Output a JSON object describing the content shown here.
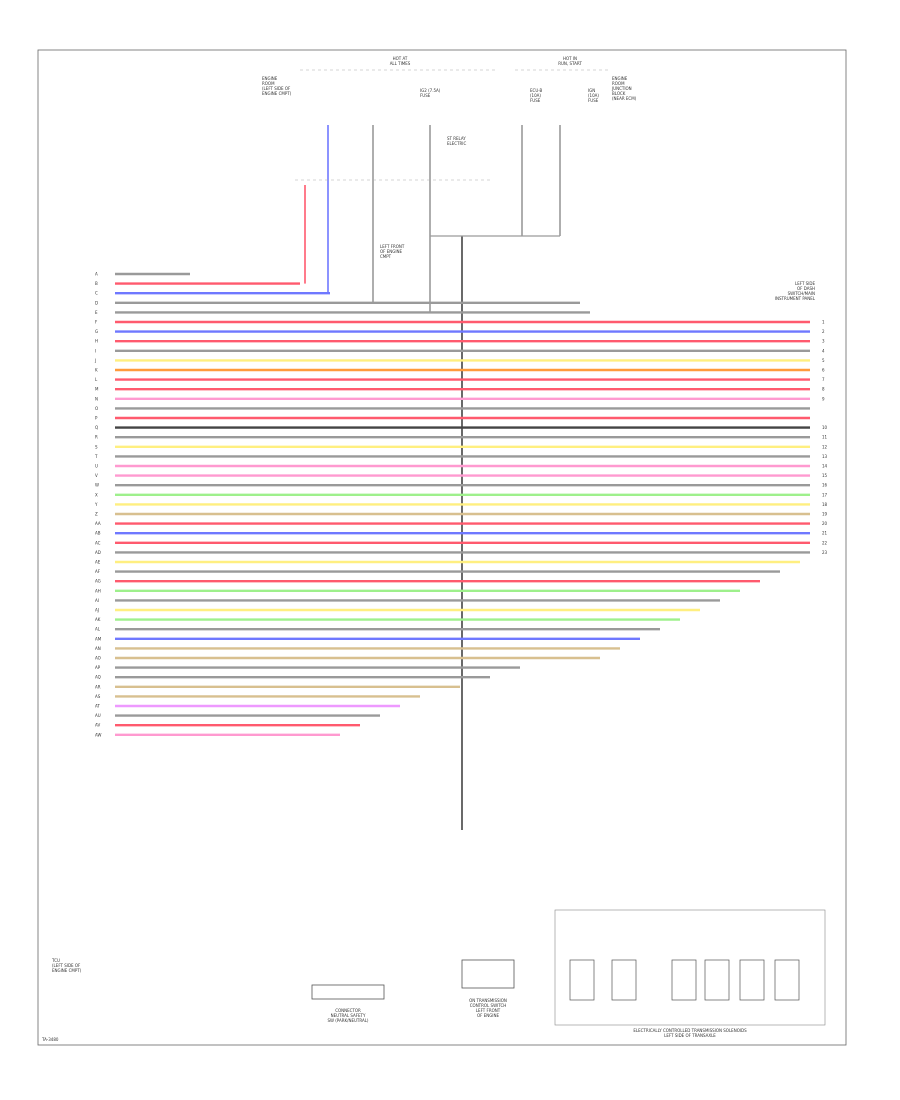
{
  "diagram": {
    "page_code": "TA-3480",
    "left_module_label": [
      "TCU",
      "(LEFT SIDE OF",
      "ENGINE CMPT)"
    ],
    "top_labels": {
      "fuse_left": [
        "ENGINE",
        "ROOM",
        "(LEFT SIDE OF",
        "ENGINE CMPT)"
      ],
      "fuse_right": [
        "ENGINE",
        "ROOM",
        "JUNCTION",
        "BLOCK",
        "(NEAR ECM)"
      ],
      "hot_left": [
        "HOT AT",
        "ALL TIMES"
      ],
      "hot_right": [
        "HOT IN",
        "RUN, START"
      ],
      "fuse1": [
        "IG2 (7.5A)",
        "FUSE"
      ],
      "fuse2": [
        "ECU-B",
        "(10A)",
        "FUSE"
      ],
      "fuse3": [
        "IGN",
        "(10A)",
        "FUSE"
      ],
      "relay": [
        "ST RELAY",
        "ELECTRIC"
      ],
      "splice": [
        "LEFT FRONT",
        "OF ENGINE",
        "CMPT"
      ]
    },
    "right_module_label": [
      "LEFT SIDE",
      "OF DASH",
      "SWITCH/MAIN",
      "INSTRUMENT PANEL"
    ],
    "bottom_labels": {
      "sensor1": [
        "CONNECTOR",
        "NEUTRAL SAFETY",
        "SW (PARK/NEUTRAL)"
      ],
      "sensor2": [
        "ON TRANSMISSION",
        "CONTROL SWITCH",
        "LEFT FRONT",
        "OF ENGINE"
      ],
      "solenoids": [
        "ELECTRICALLY CONTROLLED TRANSMISSION SOLENOIDS",
        "LEFT SIDE OF TRANSAXLE"
      ]
    },
    "colors": {
      "red": "#ff5a6e",
      "blue": "#6f78ff",
      "gray": "#9a9a9a",
      "yellow": "#ffef80",
      "orange": "#ff9a3c",
      "pink": "#ff9ad0",
      "green": "#9ef08c",
      "violet": "#ee99ff",
      "tan": "#d8c090",
      "black": "#444444"
    },
    "wires": [
      {
        "color": "#9a9a9a",
        "left_tag": "A",
        "right_tag": ""
      },
      {
        "color": "#ff5a6e",
        "left_tag": "B",
        "right_tag": ""
      },
      {
        "color": "#6f78ff",
        "left_tag": "C",
        "right_tag": ""
      },
      {
        "color": "#9a9a9a",
        "left_tag": "D",
        "right_tag": ""
      },
      {
        "color": "#9a9a9a",
        "left_tag": "E",
        "right_tag": ""
      },
      {
        "color": "#ff5a6e",
        "left_tag": "F",
        "right_tag": "1"
      },
      {
        "color": "#6f78ff",
        "left_tag": "G",
        "right_tag": "2"
      },
      {
        "color": "#ff5a6e",
        "left_tag": "H",
        "right_tag": "3"
      },
      {
        "color": "#9a9a9a",
        "left_tag": "I",
        "right_tag": "4"
      },
      {
        "color": "#ffef80",
        "left_tag": "J",
        "right_tag": "5"
      },
      {
        "color": "#ff9a3c",
        "left_tag": "K",
        "right_tag": "6"
      },
      {
        "color": "#ff5a6e",
        "left_tag": "L",
        "right_tag": "7"
      },
      {
        "color": "#ff5a6e",
        "left_tag": "M",
        "right_tag": "8"
      },
      {
        "color": "#ff9ad0",
        "left_tag": "N",
        "right_tag": "9"
      },
      {
        "color": "#9a9a9a",
        "left_tag": "O",
        "right_tag": ""
      },
      {
        "color": "#ff5a6e",
        "left_tag": "P",
        "right_tag": ""
      },
      {
        "color": "#444444",
        "left_tag": "Q",
        "right_tag": "10"
      },
      {
        "color": "#9a9a9a",
        "left_tag": "R",
        "right_tag": "11"
      },
      {
        "color": "#ffef80",
        "left_tag": "S",
        "right_tag": "12"
      },
      {
        "color": "#9a9a9a",
        "left_tag": "T",
        "right_tag": "13"
      },
      {
        "color": "#ff9ad0",
        "left_tag": "U",
        "right_tag": "14"
      },
      {
        "color": "#ff9ad0",
        "left_tag": "V",
        "right_tag": "15"
      },
      {
        "color": "#9a9a9a",
        "left_tag": "W",
        "right_tag": "16"
      },
      {
        "color": "#9ef08c",
        "left_tag": "X",
        "right_tag": "17"
      },
      {
        "color": "#ffef80",
        "left_tag": "Y",
        "right_tag": "18"
      },
      {
        "color": "#d8c090",
        "left_tag": "Z",
        "right_tag": "19"
      },
      {
        "color": "#ff5a6e",
        "left_tag": "AA",
        "right_tag": "20"
      },
      {
        "color": "#6f78ff",
        "left_tag": "AB",
        "right_tag": "21"
      },
      {
        "color": "#ff5a6e",
        "left_tag": "AC",
        "right_tag": "22"
      },
      {
        "color": "#9a9a9a",
        "left_tag": "AD",
        "right_tag": "23"
      },
      {
        "color": "#ffef80",
        "left_tag": "AE",
        "right_tag": ""
      },
      {
        "color": "#9a9a9a",
        "left_tag": "AF",
        "right_tag": ""
      },
      {
        "color": "#ff5a6e",
        "left_tag": "AG",
        "right_tag": ""
      },
      {
        "color": "#9ef08c",
        "left_tag": "AH",
        "right_tag": ""
      },
      {
        "color": "#9a9a9a",
        "left_tag": "AI",
        "right_tag": ""
      },
      {
        "color": "#ffef80",
        "left_tag": "AJ",
        "right_tag": ""
      },
      {
        "color": "#9ef08c",
        "left_tag": "AK",
        "right_tag": ""
      },
      {
        "color": "#9a9a9a",
        "left_tag": "AL",
        "right_tag": ""
      },
      {
        "color": "#6f78ff",
        "left_tag": "AM",
        "right_tag": ""
      },
      {
        "color": "#d8c090",
        "left_tag": "AN",
        "right_tag": ""
      },
      {
        "color": "#d8c090",
        "left_tag": "AO",
        "right_tag": ""
      },
      {
        "color": "#9a9a9a",
        "left_tag": "AP",
        "right_tag": ""
      },
      {
        "color": "#9a9a9a",
        "left_tag": "AQ",
        "right_tag": ""
      },
      {
        "color": "#d8c090",
        "left_tag": "AR",
        "right_tag": ""
      },
      {
        "color": "#d8c090",
        "left_tag": "AS",
        "right_tag": ""
      },
      {
        "color": "#ee99ff",
        "left_tag": "AT",
        "right_tag": ""
      },
      {
        "color": "#9a9a9a",
        "left_tag": "AU",
        "right_tag": ""
      },
      {
        "color": "#ff5a6e",
        "left_tag": "AV",
        "right_tag": ""
      },
      {
        "color": "#ff9ad0",
        "left_tag": "AW",
        "right_tag": ""
      }
    ]
  }
}
